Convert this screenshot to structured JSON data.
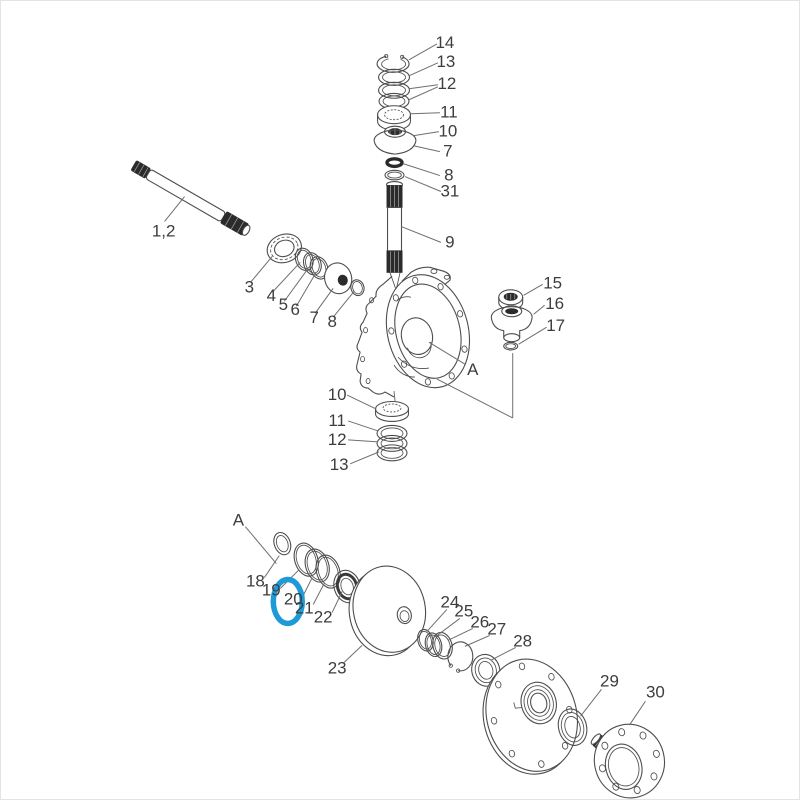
{
  "page": {
    "background": "#ffffff",
    "border_color": "#e3e3e3"
  },
  "diagram": {
    "kind": "exploded-parts-diagram",
    "line_color": "#4d4d4d",
    "label_color": "#3d3d3d",
    "highlight": {
      "target_label": "20",
      "color": "#1E9BD7",
      "shape": "ellipse"
    },
    "callouts": [
      {
        "id": "14",
        "text": "14"
      },
      {
        "id": "13",
        "text": "13"
      },
      {
        "id": "12",
        "text": "12"
      },
      {
        "id": "11",
        "text": "11"
      },
      {
        "id": "10",
        "text": "10"
      },
      {
        "id": "7",
        "text": "7"
      },
      {
        "id": "8",
        "text": "8"
      },
      {
        "id": "31",
        "text": "31"
      },
      {
        "id": "9",
        "text": "9"
      },
      {
        "id": "1-2",
        "text": "1,2"
      },
      {
        "id": "3",
        "text": "3"
      },
      {
        "id": "4",
        "text": "4"
      },
      {
        "id": "5",
        "text": "5"
      },
      {
        "id": "6",
        "text": "6"
      },
      {
        "id": "7-lower",
        "text": "7"
      },
      {
        "id": "8-lower",
        "text": "8"
      },
      {
        "id": "A-housing",
        "text": "A"
      },
      {
        "id": "15",
        "text": "15"
      },
      {
        "id": "16",
        "text": "16"
      },
      {
        "id": "17",
        "text": "17"
      },
      {
        "id": "10-lower",
        "text": "10"
      },
      {
        "id": "11-lower",
        "text": "11"
      },
      {
        "id": "12-lower",
        "text": "12"
      },
      {
        "id": "13-lower",
        "text": "13"
      },
      {
        "id": "A-lower",
        "text": "A"
      },
      {
        "id": "18",
        "text": "18"
      },
      {
        "id": "19",
        "text": "19"
      },
      {
        "id": "20",
        "text": "20"
      },
      {
        "id": "21",
        "text": "21"
      },
      {
        "id": "22",
        "text": "22"
      },
      {
        "id": "23",
        "text": "23"
      },
      {
        "id": "24",
        "text": "24"
      },
      {
        "id": "25",
        "text": "25"
      },
      {
        "id": "26",
        "text": "26"
      },
      {
        "id": "27",
        "text": "27"
      },
      {
        "id": "28",
        "text": "28"
      },
      {
        "id": "29",
        "text": "29"
      },
      {
        "id": "30",
        "text": "30"
      }
    ]
  }
}
